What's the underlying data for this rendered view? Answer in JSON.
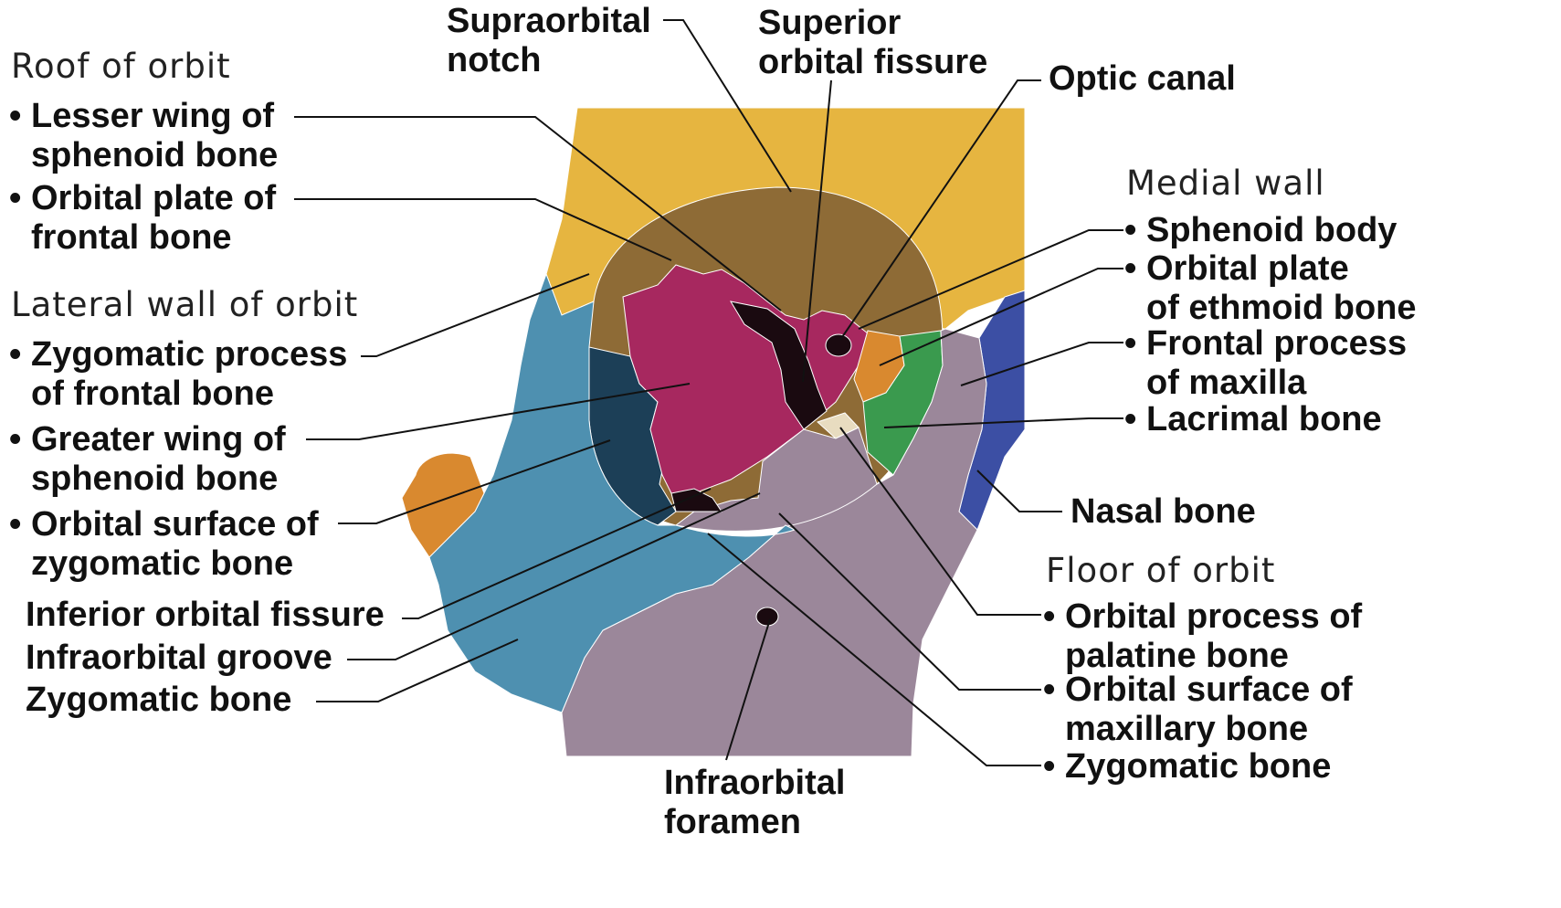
{
  "colors": {
    "frontal": "#E6B540",
    "frontal_dark": "#C9962E",
    "orbit_bg": "#8E6B36",
    "sphenoid_lesser": "#A7285F",
    "sphenoid_greater": "#1C3F57",
    "zygomatic": "#4E90B0",
    "zygomatic_light": "#6CA8C6",
    "maxilla": "#9B879A",
    "ethmoid": "#3A9A4E",
    "lacrimal": "#D9892F",
    "nasal": "#3C4FA4",
    "palatine": "#E8DCC0",
    "fissure": "#1A0A10",
    "leader": "#111111"
  },
  "headers": {
    "roof": "Roof of orbit",
    "lateral": "Lateral wall of orbit",
    "medial": "Medial wall",
    "floor": "Floor of orbit"
  },
  "labels": {
    "lesser_wing": [
      "Lesser wing of",
      "sphenoid bone"
    ],
    "orbital_plate_frontal": [
      "Orbital plate of",
      "frontal bone"
    ],
    "zygomatic_process": [
      "Zygomatic process",
      "of frontal bone"
    ],
    "greater_wing": [
      "Greater wing of",
      "sphenoid bone"
    ],
    "orbital_surface_zyg": [
      "Orbital surface of",
      "zygomatic bone"
    ],
    "inferior_orbital_fissure": "Inferior orbital fissure",
    "infraorbital_groove": "Infraorbital groove",
    "zygomatic_bone_left": "Zygomatic bone",
    "supraorbital_notch": [
      "Supraorbital",
      "notch"
    ],
    "superior_orbital_fissure": [
      "Superior",
      "orbital fissure"
    ],
    "optic_canal": "Optic canal",
    "sphenoid_body": "Sphenoid body",
    "orbital_plate_ethmoid": [
      "Orbital plate",
      "of ethmoid bone"
    ],
    "frontal_process_maxilla": [
      "Frontal process",
      "of maxilla"
    ],
    "lacrimal_bone": "Lacrimal bone",
    "nasal_bone": "Nasal bone",
    "orbital_process_palatine": [
      "Orbital process of",
      "palatine bone"
    ],
    "orbital_surface_maxillary": [
      "Orbital surface of",
      "maxillary bone"
    ],
    "zygomatic_bone_right": "Zygomatic bone",
    "infraorbital_foramen": [
      "Infraorbital",
      "foramen"
    ],
    "bullet": "•"
  }
}
